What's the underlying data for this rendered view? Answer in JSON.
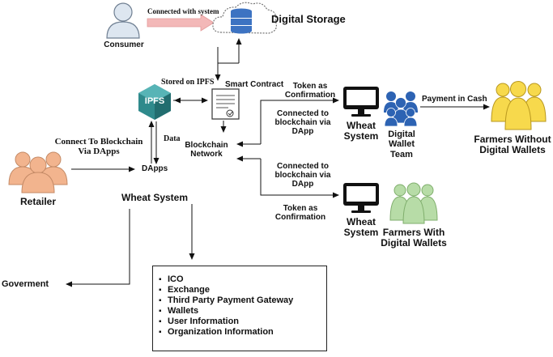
{
  "nodes": {
    "consumer": "Consumer",
    "digital_storage": "Digital Storage",
    "connected_with_system": "Connected with system",
    "stored_on_ipfs": "Stored on IPFS",
    "ipfs_logo": "IPFS",
    "smart_contract": "Smart Contract",
    "data": "Data",
    "blockchain_network": "Blockchain\nNetwork",
    "dapps": "DApps",
    "connect_to_blockchain": "Connect To Blockchain\nVia DApps",
    "retailer": "Retailer",
    "wheat_system_main": "Wheat System",
    "goverment": "Goverment",
    "token_confirmation_top": "Token as\nConfirmation",
    "connected_dapp_top": "Connected to\nblockchain via\nDApp",
    "wheat_system_top": "Wheat\nSystem",
    "digital_wallet_team": "Digital\nWallet\nTeam",
    "payment_in_cash": "Payment in Cash",
    "farmers_without": "Farmers Without\nDigital Wallets",
    "connected_dapp_bottom": "Connected to\nblockchain via\nDApp",
    "token_confirmation_bottom": "Token as\nConfirmation",
    "wheat_system_bottom": "Wheat\nSystem",
    "farmers_with": "Farmers With\nDigital Wallets"
  },
  "wheat_system_components": [
    "ICO",
    "Exchange",
    "Third Party Payment Gateway",
    "Wallets",
    "User Information",
    "Organization Information"
  ],
  "colors": {
    "consumer": "#dde6f0",
    "cloud_db": "#3d73c2",
    "ipfs": "#2f8a8c",
    "retailer": "#f2b48e",
    "team": "#2d63b3",
    "farmers_without": "#f7d94c",
    "farmers_with": "#b7dca7",
    "monitor": "#111111",
    "arrow_pink": "#f3b8b8"
  }
}
